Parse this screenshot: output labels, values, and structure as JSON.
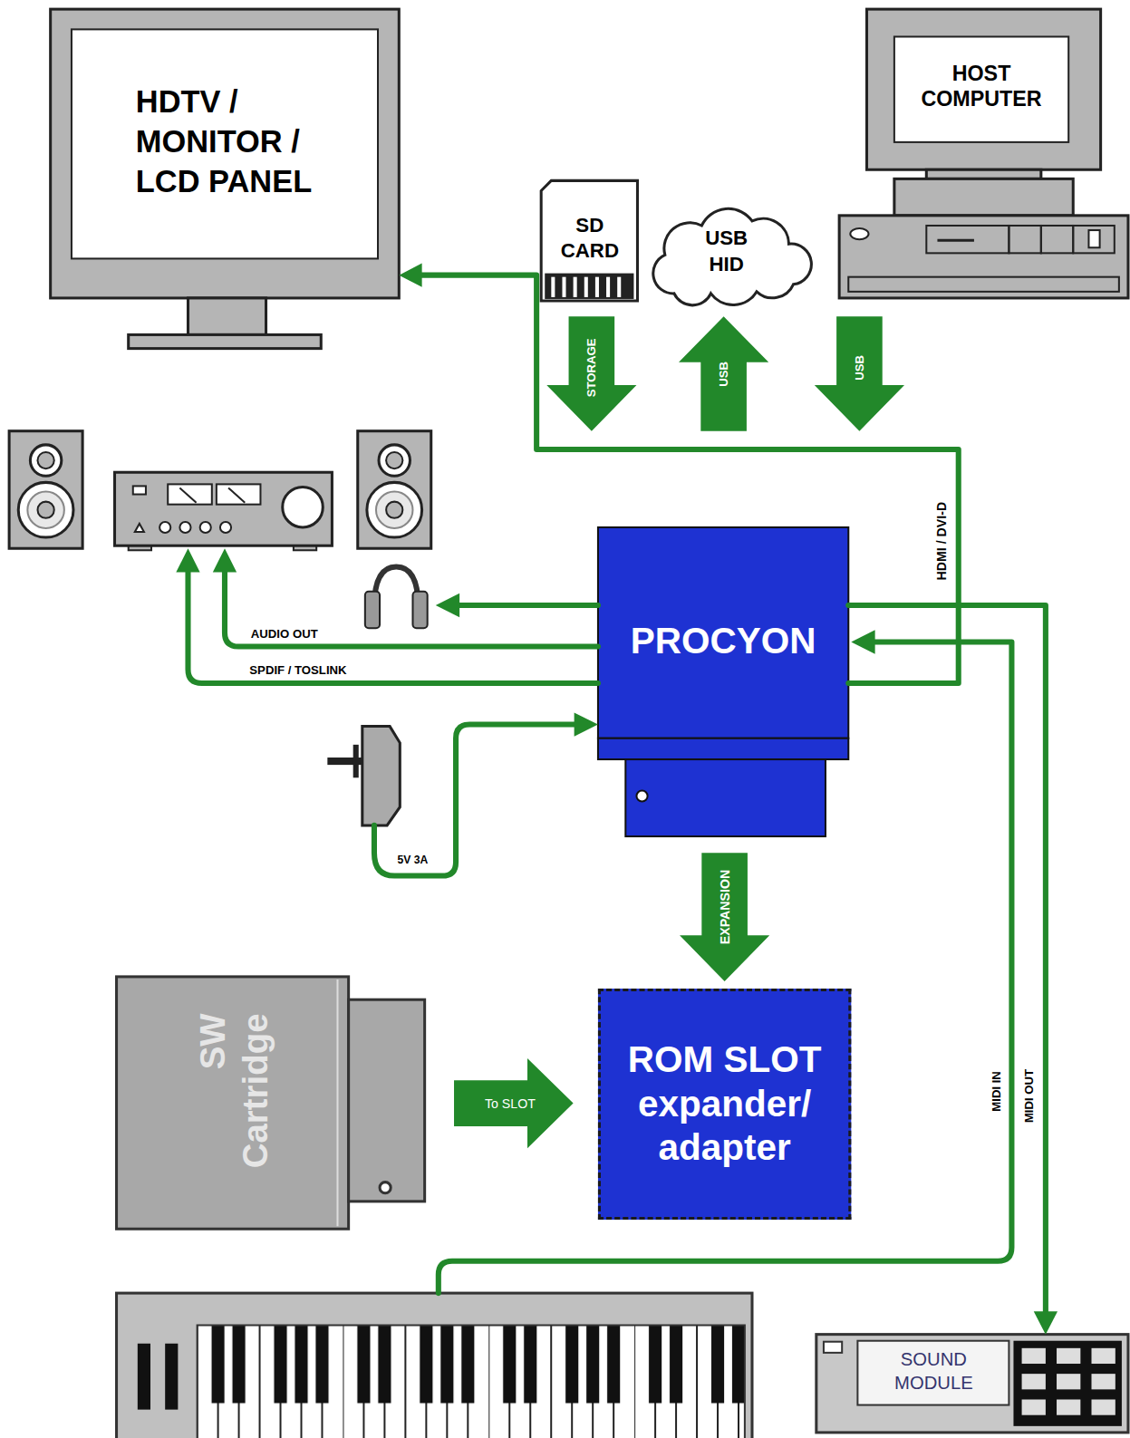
{
  "diagram": {
    "nodes": [
      {
        "text": [
          "HDTV / MONITOR / LCD PANEL"
        ]
      },
      {
        "text": [
          "HOST COMPUTER"
        ]
      },
      {
        "text": [
          "SD CARD"
        ]
      },
      {
        "text": [
          "USB HID"
        ]
      },
      {
        "text": [
          "PROCYON"
        ]
      },
      {
        "text": [
          "ROM SLOT expander/ adapter"
        ]
      },
      {
        "text": [
          "SW Cartridge"
        ]
      },
      {
        "text": [
          "SOUND MODULE"
        ]
      }
    ],
    "edges": [
      {
        "from": 4,
        "to": 0,
        "label": "HDMI / DVI-D",
        "arrow": "to"
      },
      {
        "from": 2,
        "to": 4,
        "label": "STORAGE",
        "arrow": "to"
      },
      {
        "from": 4,
        "to": 3,
        "label": "USB",
        "arrow": "to"
      },
      {
        "from": 1,
        "to": 4,
        "label": "USB",
        "arrow": "to"
      },
      {
        "from": 4,
        "to": 5,
        "label": "EXPANSION",
        "arrow": "to"
      },
      {
        "from": 6,
        "to": 5,
        "label": "To SLOT",
        "arrow": "to"
      },
      {
        "from": 4,
        "to": 7,
        "label": "MIDI OUT",
        "arrow": "to"
      }
    ],
    "labels": [
      "AUDIO OUT",
      "SPDIF / TOSLINK",
      "5V 3A",
      "MIDI IN"
    ]
  }
}
